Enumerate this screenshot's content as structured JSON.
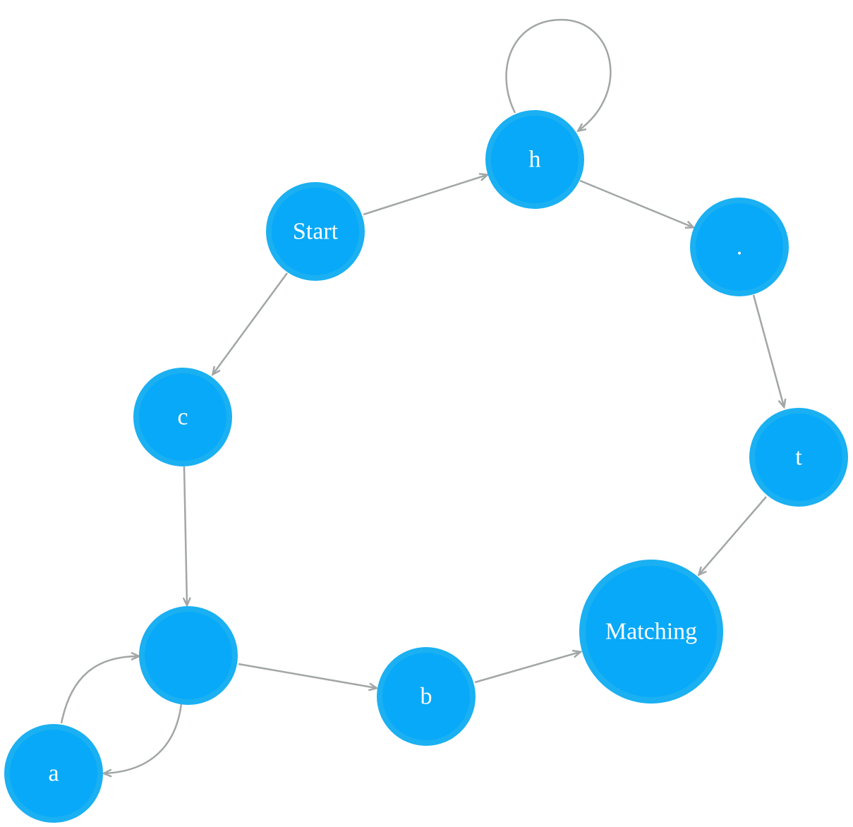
{
  "diagram": {
    "colors": {
      "node_fill": "#08a9f8",
      "node_ring": "#1ab0f2",
      "edge": "#a2a6a6",
      "label": "#ffffff"
    },
    "nodes": [
      {
        "id": "start",
        "label": "Start"
      },
      {
        "id": "h",
        "label": "h"
      },
      {
        "id": "dot",
        "label": "."
      },
      {
        "id": "t",
        "label": "t"
      },
      {
        "id": "matching",
        "label": "Matching"
      },
      {
        "id": "c",
        "label": "c"
      },
      {
        "id": "blank",
        "label": ""
      },
      {
        "id": "b",
        "label": "b"
      },
      {
        "id": "a",
        "label": "a"
      }
    ],
    "edges": [
      {
        "from": "start",
        "to": "h"
      },
      {
        "from": "h",
        "to": "h"
      },
      {
        "from": "h",
        "to": "dot"
      },
      {
        "from": "dot",
        "to": "t"
      },
      {
        "from": "t",
        "to": "matching"
      },
      {
        "from": "start",
        "to": "c"
      },
      {
        "from": "c",
        "to": "blank"
      },
      {
        "from": "blank",
        "to": "b"
      },
      {
        "from": "b",
        "to": "matching"
      },
      {
        "from": "blank",
        "to": "a"
      },
      {
        "from": "a",
        "to": "blank"
      }
    ]
  }
}
